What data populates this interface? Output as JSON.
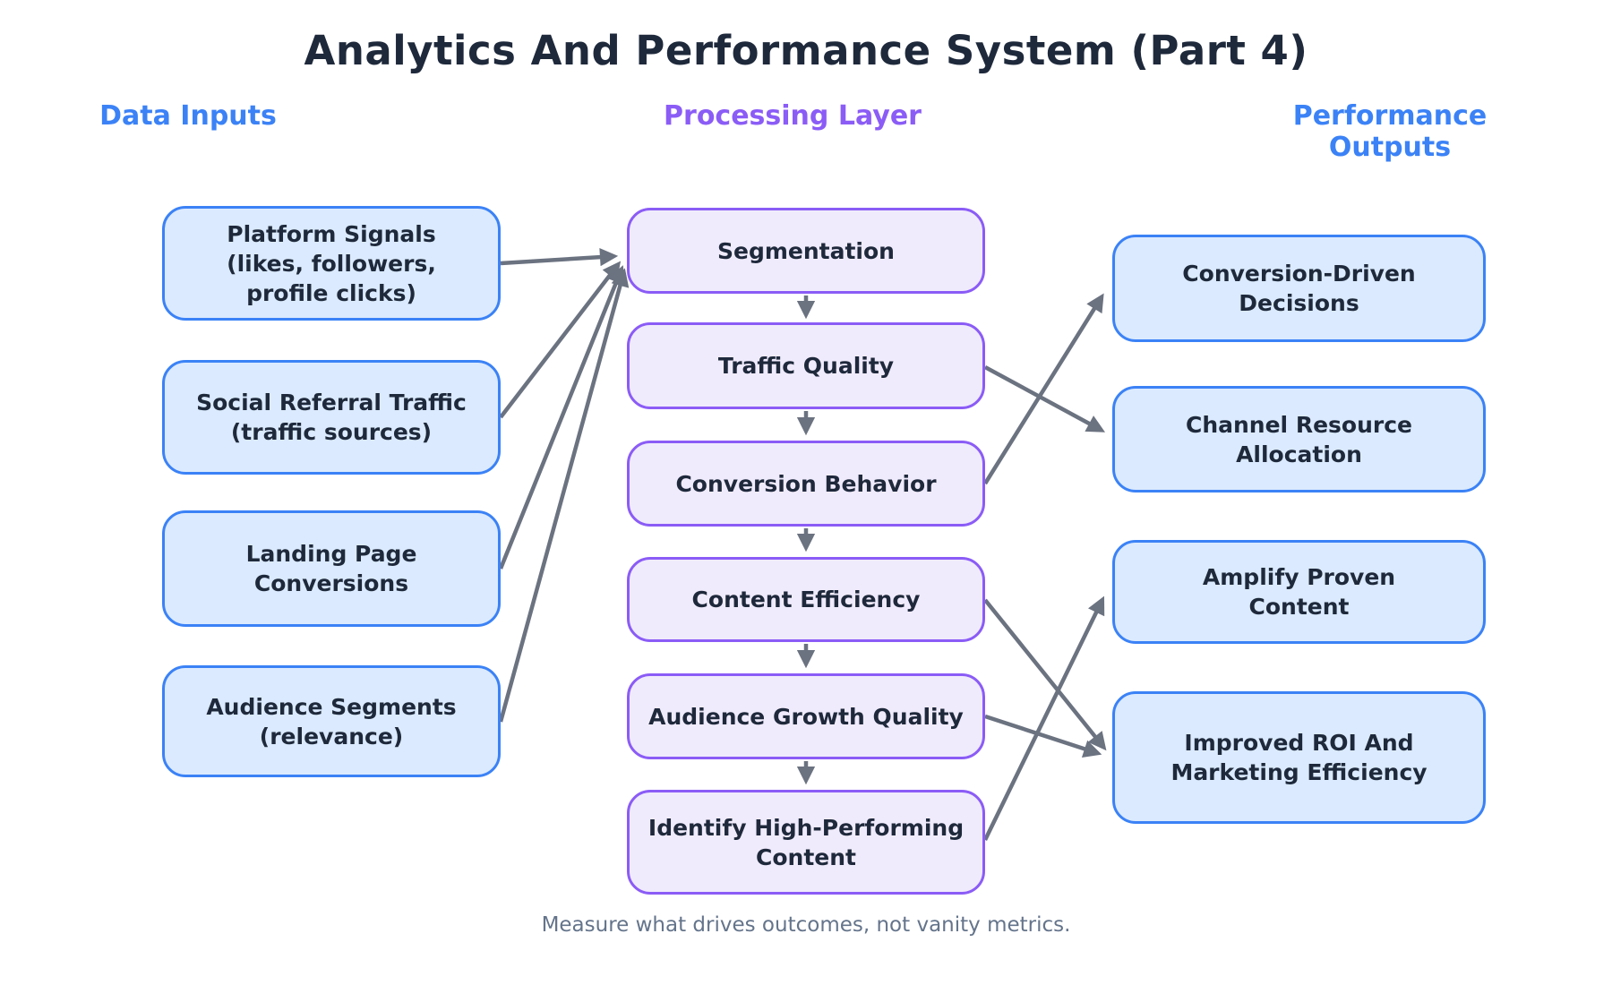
{
  "header": {
    "title": "Analytics And Performance System (Part 4)"
  },
  "columns": {
    "inputs": {
      "header": "Data Inputs"
    },
    "processing": {
      "header": "Processing Layer"
    },
    "outputs": {
      "header": "Performance Outputs"
    }
  },
  "nodes": {
    "platform_signals": "Platform Signals\n(likes, followers,\nprofile clicks)",
    "social_referral": "Social Referral Traffic\n(traffic sources)",
    "landing_page": "Landing Page\nConversions",
    "audience_segments": "Audience Segments\n(relevance)",
    "segmentation": "Segmentation",
    "traffic_quality": "Traffic Quality",
    "conversion_behavior": "Conversion Behavior",
    "content_efficiency": "Content Efficiency",
    "audience_growth": "Audience Growth Quality",
    "identify_high_performing": "Identify High-Performing\nContent",
    "conversion_driven": "Conversion-Driven\nDecisions",
    "channel_resource": "Channel Resource\nAllocation",
    "amplify_proven": "Amplify Proven\nContent",
    "improved_roi": "Improved ROI And\nMarketing Efficiency"
  },
  "edges": [
    {
      "from": "platform_signals",
      "to": "segmentation"
    },
    {
      "from": "social_referral",
      "to": "segmentation"
    },
    {
      "from": "landing_page",
      "to": "segmentation"
    },
    {
      "from": "audience_segments",
      "to": "segmentation"
    },
    {
      "from": "segmentation",
      "to": "traffic_quality"
    },
    {
      "from": "traffic_quality",
      "to": "conversion_behavior"
    },
    {
      "from": "conversion_behavior",
      "to": "content_efficiency"
    },
    {
      "from": "content_efficiency",
      "to": "audience_growth"
    },
    {
      "from": "audience_growth",
      "to": "identify_high_performing"
    },
    {
      "from": "traffic_quality",
      "to": "channel_resource"
    },
    {
      "from": "conversion_behavior",
      "to": "conversion_driven"
    },
    {
      "from": "content_efficiency",
      "to": "improved_roi"
    },
    {
      "from": "audience_growth",
      "to": "improved_roi"
    },
    {
      "from": "identify_high_performing",
      "to": "amplify_proven"
    }
  ],
  "footer": {
    "caption": "Measure what drives outcomes, not vanity metrics."
  },
  "colors": {
    "ink": "#1e293b",
    "blue": "#3b82f6",
    "blue_fill": "#dbeafe",
    "purple": "#8b5cf6",
    "purple_fill": "#f0ebfc",
    "arrow": "#6b7280",
    "muted": "#64748b",
    "bg": "#ffffff"
  }
}
